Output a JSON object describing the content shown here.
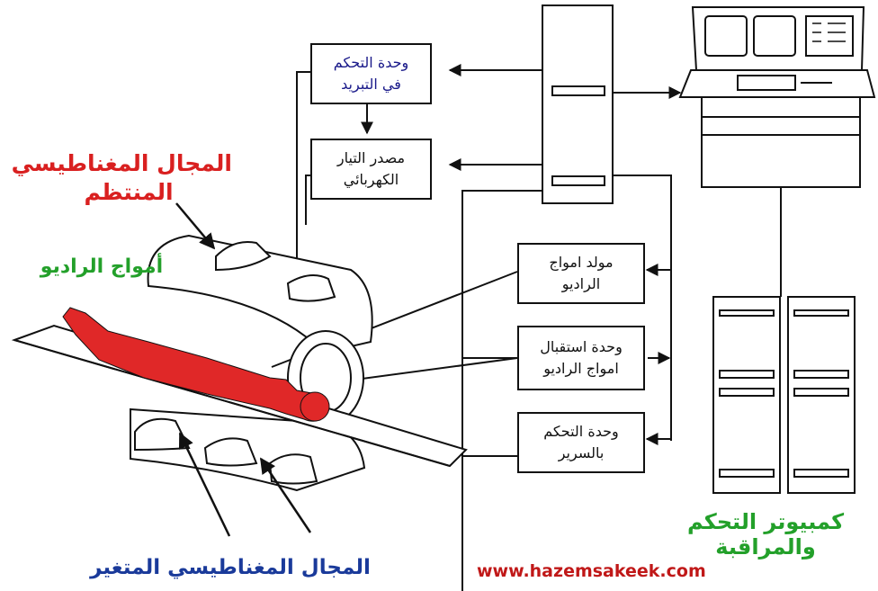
{
  "colors": {
    "red": "#d92020",
    "green": "#23a02a",
    "blue": "#1a3a9a",
    "url": "#c01818",
    "line": "#111111",
    "body": "#e02828"
  },
  "boxes": {
    "cooling": [
      "وحدة التحكم",
      "في التبريد"
    ],
    "power": [
      "مصدر التيار",
      "الكهربائي"
    ],
    "rf_gen": [
      "مولد امواج",
      "الراديو"
    ],
    "rf_recv": [
      "وحدة استقبال",
      "امواج الراديو"
    ],
    "bed": [
      "وحدة التحكم",
      "بالسرير"
    ]
  },
  "labels": {
    "static_field": [
      "المجال المغناطيسي",
      "المنتظم"
    ],
    "radio_waves": "أمواج الراديو",
    "gradient_field": "المجال المغناطيسي المتغير",
    "computer": [
      "كمبيوتر التحكم",
      "والمراقبة"
    ]
  },
  "url": "www.hazemsakeek.com",
  "icons": [
    "arrow-icon",
    "magnet-coil-icon",
    "patient-figure-icon",
    "computer-console-icon",
    "cabinet-icon"
  ]
}
